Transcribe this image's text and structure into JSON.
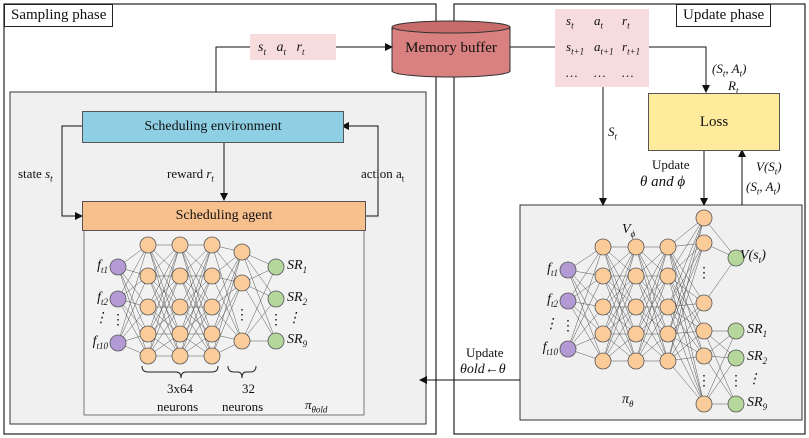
{
  "panels": {
    "sampling_title": "Sampling phase",
    "update_title": "Update phase"
  },
  "memory": {
    "label": "Memory buffer",
    "input_tuple": [
      "s",
      "t",
      "a",
      "t",
      "r",
      "t"
    ],
    "table": [
      [
        "s",
        "t",
        "a",
        "t",
        "r",
        "t"
      ],
      [
        "s",
        "t+1",
        "a",
        "t+1",
        "r",
        "t+1"
      ],
      [
        "…",
        "",
        "…",
        "",
        "…",
        ""
      ]
    ]
  },
  "sampling": {
    "environment": "Scheduling environment",
    "agent": "Scheduling agent",
    "state_label": "state ",
    "state_var": "s",
    "state_sub": "t",
    "reward_label": "reward ",
    "reward_var": "r",
    "reward_sub": "t",
    "action_label": "action a",
    "action_sub": "t",
    "inputs": [
      {
        "base": "f",
        "sub": "t1"
      },
      {
        "base": "f",
        "sub": "t2"
      },
      {
        "base": "⋮",
        "sub": ""
      },
      {
        "base": "f",
        "sub": "t10"
      }
    ],
    "outputs": [
      {
        "base": "SR",
        "sub": "1"
      },
      {
        "base": "SR",
        "sub": "2"
      },
      {
        "base": "⋮",
        "sub": ""
      },
      {
        "base": "SR",
        "sub": "9"
      }
    ],
    "hidden_label_1": "3x64",
    "hidden_label_2": "32",
    "neurons_1": "neurons",
    "neurons_2": "neurons",
    "policy_base": "π",
    "policy_sub": "θold"
  },
  "update": {
    "loss": "Loss",
    "sa_label": "(S",
    "sa_sub1": "t",
    "sa_mid": ", A",
    "sa_sub2": "t",
    "sa_end": ")",
    "r_base": "R",
    "r_sub": "t",
    "st_base": "S",
    "st_sub": "t",
    "update_word": "Update",
    "theta_phi": "θ and ϕ",
    "v_label": "V(S",
    "v_sub": "t",
    "v_end": ")",
    "sa2_label": "(S",
    "sa2_sub1": "t",
    "sa2_mid": ", A",
    "sa2_sub2": "t",
    "sa2_end": ")",
    "v_phi_base": "V",
    "v_phi_sub": "ϕ",
    "pi_theta_base": "π",
    "pi_theta_sub": "θ",
    "inputs": [
      {
        "base": "f",
        "sub": "t1"
      },
      {
        "base": "f",
        "sub": "t2"
      },
      {
        "base": "⋮",
        "sub": ""
      },
      {
        "base": "f",
        "sub": "t10"
      }
    ],
    "value_out_base": "V(s",
    "value_out_sub": "t",
    "value_out_end": ")",
    "outputs": [
      {
        "base": "SR",
        "sub": "1"
      },
      {
        "base": "SR",
        "sub": "2"
      },
      {
        "base": "⋮",
        "sub": ""
      },
      {
        "base": "SR",
        "sub": "9"
      }
    ]
  },
  "sync": {
    "update_word": "Update",
    "assign": "θold←θ"
  },
  "colors": {
    "memory": "#d98080",
    "memory_dark": "#b35d5d",
    "environment": "#8ecfe3",
    "agent": "#f7c08d",
    "loss": "#ffeb9c",
    "input_node": "#b39ad4",
    "hidden_node": "#fbcb9a",
    "output_node": "#b6d79b",
    "panel_gray": "#f0f0f0",
    "pink": "#f6dcdc"
  }
}
